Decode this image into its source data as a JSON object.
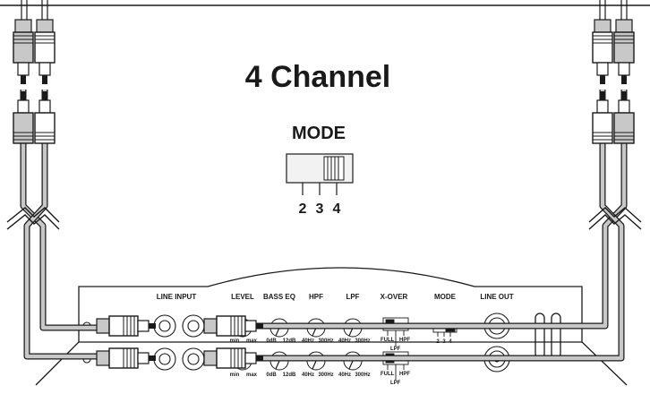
{
  "title": "4 Channel",
  "mode_switch": {
    "heading": "MODE",
    "positions": [
      "2",
      "3",
      "4"
    ],
    "selected": "4"
  },
  "panel": {
    "labels": {
      "line_input": "LINE INPUT",
      "level": "LEVEL",
      "bass_eq": "BASS EQ",
      "hpf": "HPF",
      "lpf": "LPF",
      "xover": "X-OVER",
      "mode": "MODE",
      "line_out": "LINE OUT"
    },
    "level_scale": [
      "min",
      "max"
    ],
    "bass_scale": [
      "0dB",
      "12dB"
    ],
    "hpf_scale": [
      "40Hz",
      "300Hz"
    ],
    "lpf_scale": [
      "40Hz",
      "300Hz"
    ],
    "xover_options": [
      "FULL",
      "HPF",
      "LPF"
    ],
    "mode_positions": [
      "2",
      "3",
      "4"
    ]
  },
  "colors": {
    "ink": "#1a1a1a",
    "cable_fill": "#c8c8c8",
    "switch_fill": "#f2f2f2"
  }
}
